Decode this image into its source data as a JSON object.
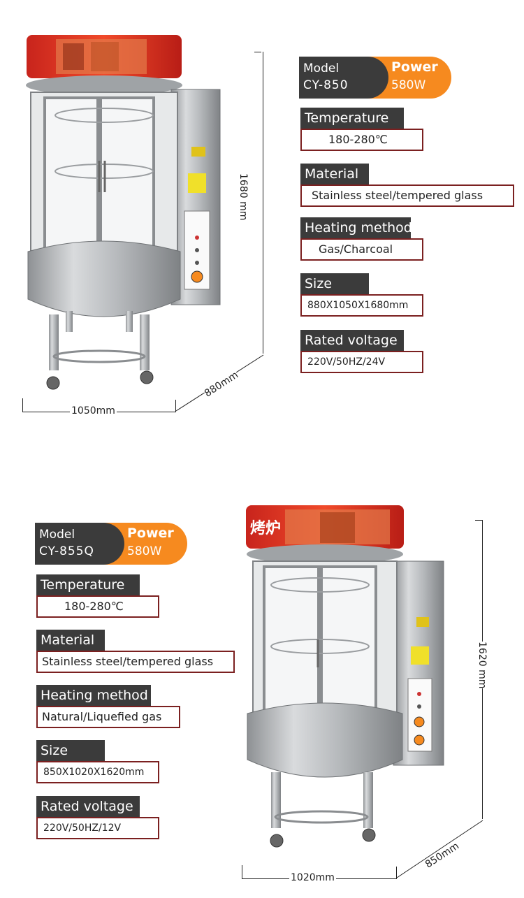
{
  "products": [
    {
      "model_label": "Model",
      "model_value": "CY-850",
      "power_label": "Power",
      "power_value": "580W",
      "temperature_label": "Temperature",
      "temperature_value": "180-280℃",
      "material_label": "Material",
      "material_value": "Stainless steel/tempered glass",
      "heating_label": "Heating method",
      "heating_value": "Gas/Charcoal",
      "size_label": "Size",
      "size_value": "880X1050X1680mm",
      "voltage_label": "Rated voltage",
      "voltage_value": "220V/50HZ/24V",
      "dim_height": "1680 mm",
      "dim_width": "1050",
      "dim_width_unit": "mm",
      "dim_depth": "880mm",
      "sign_text": ""
    },
    {
      "model_label": "Model",
      "model_value": "CY-855Q",
      "power_label": "Power",
      "power_value": "580W",
      "temperature_label": "Temperature",
      "temperature_value": "180-280℃",
      "material_label": "Material",
      "material_value": "Stainless steel/tempered glass",
      "heating_label": "Heating method",
      "heating_value": "Natural/Liquefied gas",
      "size_label": "Size",
      "size_value": "850X1020X1620mm",
      "voltage_label": "Rated voltage",
      "voltage_value": "220V/50HZ/12V",
      "dim_height": "1620 mm",
      "dim_width": "1020",
      "dim_width_unit": "mm",
      "dim_depth": "850mm",
      "sign_text": "烤炉"
    }
  ],
  "colors": {
    "dark_label": "#3b3b3b",
    "accent_orange": "#f68a1f",
    "value_border": "#7b2020",
    "steel": "#b9bcbf",
    "sign_red": "#d8322a"
  },
  "icons": [
    "oven-illustration",
    "control-panel-icon",
    "caster-wheel-icon"
  ]
}
